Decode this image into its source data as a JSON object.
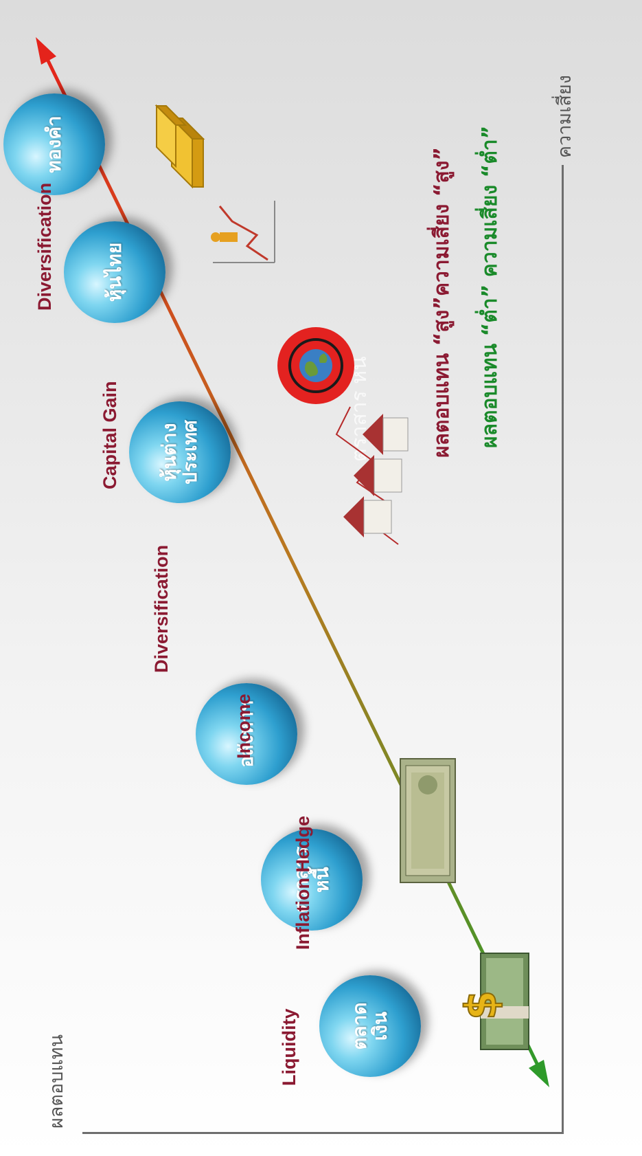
{
  "axes": {
    "y_label": "ผลตอบแทน",
    "x_label": "ความเสี่ยง"
  },
  "assets": [
    {
      "lines": [
        "ตลาด",
        "เงิน"
      ],
      "category": "Liquidity"
    },
    {
      "lines": [
        "ตราสาร",
        "หนี้"
      ],
      "category": "Inflation Hedge"
    },
    {
      "lines": [
        "อสังหาฯ"
      ],
      "category": "Income"
    },
    {
      "lines": [
        "หุ้นต่าง",
        "ประเทศ"
      ],
      "category": "Diversification"
    },
    {
      "lines": [
        "หุ้นไทย"
      ],
      "category": "Capital Gain"
    },
    {
      "lines": [
        "ทองคำ"
      ],
      "category": "Diversification"
    }
  ],
  "notes": {
    "high": "ผลตอบแทน “สูง”ความเสี่ยง “สูง”",
    "low": "ผลตอบแทน “ต่ำ” ความเสี่ยง “ต่ำ”",
    "high_color": "#8b1a32",
    "low_color": "#1a8a2a"
  },
  "faded_label": "ตราสาร หนี้",
  "arrow_colors": {
    "low": "#2e9a2a",
    "mid": "#b87a20",
    "high": "#e4231b"
  }
}
